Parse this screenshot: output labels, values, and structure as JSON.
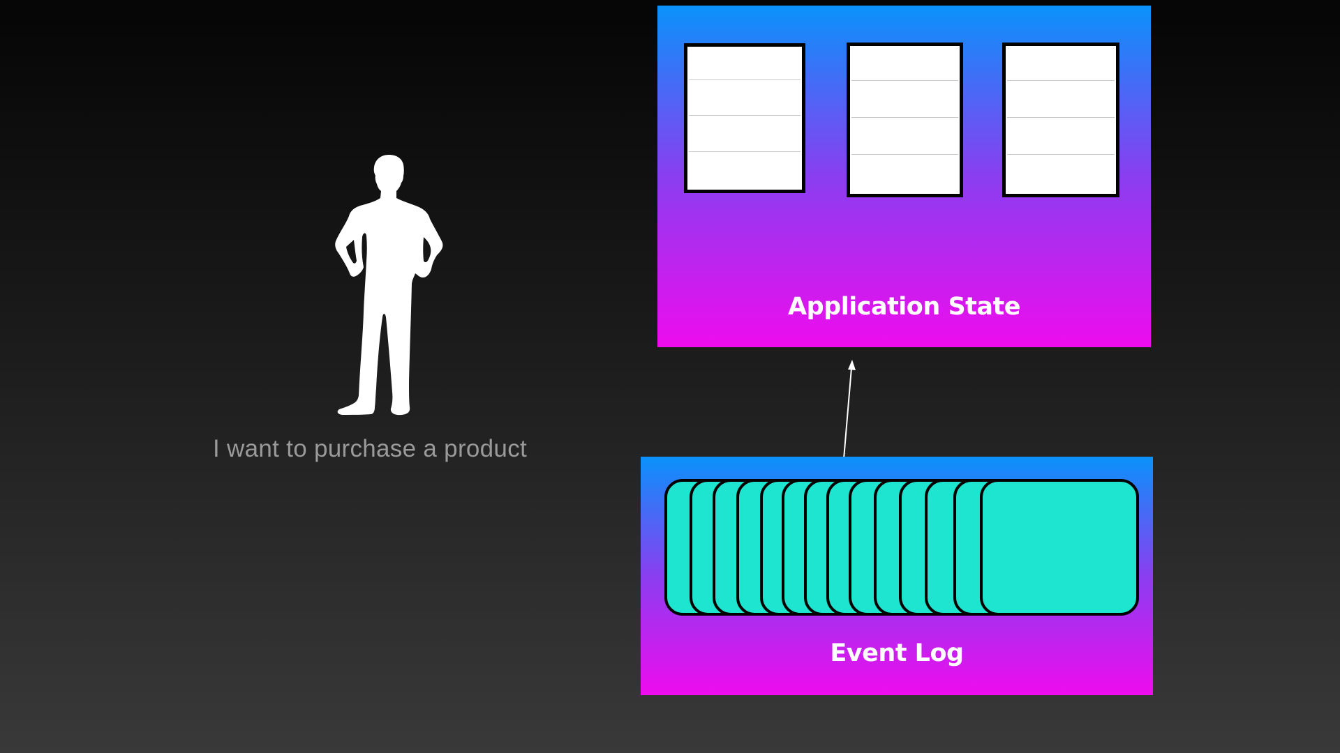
{
  "user": {
    "caption": "I want to purchase a product"
  },
  "application_state": {
    "label": "Application State",
    "tables": 3
  },
  "event_log": {
    "label": "Event Log",
    "events": 14
  },
  "colors": {
    "box_gradient_top": "#0a92fb",
    "box_gradient_bottom": "#ef0cee",
    "event_fill": "#1de5d0"
  },
  "icons": {
    "user": "person-silhouette-icon",
    "flow": "arrow-up-icon"
  }
}
